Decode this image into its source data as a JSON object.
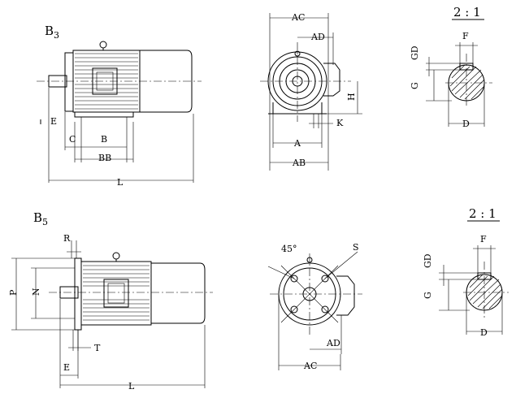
{
  "top": {
    "side_view": {
      "mount_label": "B",
      "mount_sub": "3",
      "dims": {
        "E": "E",
        "C": "C",
        "B": "B",
        "BB": "BB",
        "L": "L"
      }
    },
    "end_view": {
      "dims": {
        "AC": "AC",
        "AD": "AD",
        "H": "H",
        "K": "K",
        "A": "A",
        "AB": "AB"
      }
    },
    "shaft_detail": {
      "scale": "2 : 1",
      "dims": {
        "F": "F",
        "GD": "GD",
        "G": "G",
        "D": "D"
      }
    }
  },
  "bottom": {
    "side_view": {
      "mount_label": "B",
      "mount_sub": "5",
      "dims": {
        "R": "R",
        "P": "P",
        "N": "N",
        "T": "T",
        "E": "E",
        "L": "L"
      }
    },
    "flange_view": {
      "dims": {
        "angle": "45°",
        "S": "S",
        "AD": "AD",
        "AC": "AC"
      }
    },
    "shaft_detail": {
      "scale": "2 : 1",
      "dims": {
        "F": "F",
        "GD": "GD",
        "G": "G",
        "D": "D"
      }
    }
  }
}
